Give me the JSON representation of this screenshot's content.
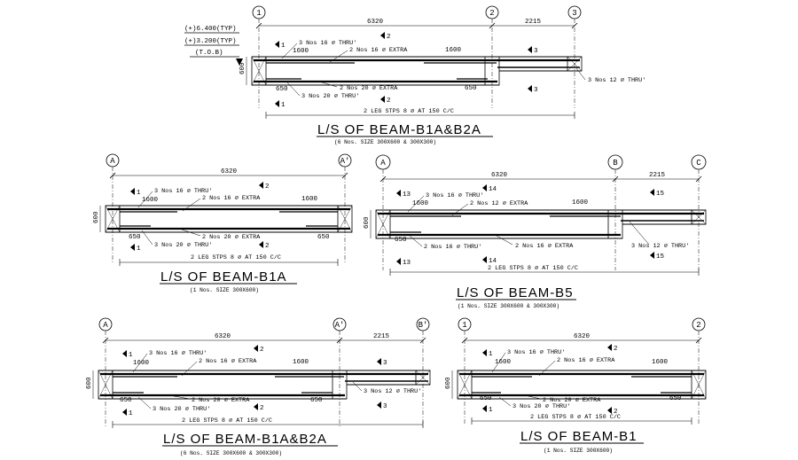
{
  "levels": [
    "(+)6.400(TYP)",
    "(+)3.200(TYP)",
    "(T.O.B)"
  ],
  "beams": [
    {
      "title": "L/S OF BEAM-B1A&B2A",
      "subtitle": "(6 Nos. SIZE 300X600 & 300X300)",
      "grid_labels": [
        "1",
        "2",
        "3"
      ],
      "spans": [
        "6320",
        "2215"
      ],
      "depth": "600",
      "top_thru": "3 Nos 16 ∅ THRU'",
      "top_extra": "2 Nos 16 ∅ EXTRA",
      "bot_thru": "3 Nos 20 ∅ THRU'",
      "bot_extra": "2 Nos 20 ∅ EXTRA",
      "cant_thru": "3 Nos 12 ∅ THRU'",
      "top_len_left": "1600",
      "top_len_right": "1600",
      "bot_len_left": "650",
      "bot_len_right": "650",
      "stirrups": "2 LEG STPS 8 ∅ AT 150 C/C",
      "sections": [
        "1",
        "2",
        "3"
      ]
    },
    {
      "title": "L/S OF BEAM-B1A",
      "subtitle": "(1 Nos. SIZE 300X600)",
      "grid_labels": [
        "A",
        "A'"
      ],
      "spans": [
        "6320"
      ],
      "depth": "600",
      "top_thru": "3 Nos 16 ∅ THRU'",
      "top_extra": "2 Nos 16 ∅ EXTRA",
      "bot_thru": "3 Nos 20 ∅ THRU'",
      "bot_extra": "2 Nos 20 ∅ EXTRA",
      "top_len_left": "1600",
      "top_len_right": "1600",
      "bot_len_left": "650",
      "bot_len_right": "650",
      "stirrups": "2 LEG STPS 8 ∅ AT 150 C/C",
      "sections": [
        "1",
        "2"
      ]
    },
    {
      "title": "L/S OF BEAM-B5",
      "subtitle": "(1 Nos. SIZE 300X600 & 300X300)",
      "grid_labels": [
        "A",
        "B",
        "C"
      ],
      "spans": [
        "6320",
        "2215"
      ],
      "depth": "600",
      "top_thru": "3 Nos 16 ∅ THRU'",
      "top_extra": "2 Nos 12 ∅ EXTRA",
      "bot_thru": "2 Nos 16 ∅ THRU'",
      "bot_extra": "2 Nos 16 ∅ EXTRA",
      "cant_thru": "3 Nos 12 ∅ THRU'",
      "top_len_left": "1600",
      "top_len_right": "1600",
      "bot_len_left": "650",
      "stirrups": "2 LEG STPS 8 ∅ AT 150 C/C",
      "sections": [
        "13",
        "14",
        "15"
      ]
    },
    {
      "title": "L/S OF BEAM-B1A&B2A",
      "subtitle": "(6 Nos. SIZE 300X600 & 300X300)",
      "grid_labels": [
        "A",
        "A'",
        "B'"
      ],
      "spans": [
        "6320",
        "2215"
      ],
      "depth": "600",
      "top_thru": "3 Nos 16 ∅ THRU'",
      "top_extra": "2 Nos 16 ∅ EXTRA",
      "bot_thru": "3 Nos 20 ∅ THRU'",
      "bot_extra": "2 Nos 20 ∅ EXTRA",
      "cant_thru": "3 Nos 12 ∅ THRU'",
      "top_len_left": "1600",
      "top_len_right": "1600",
      "bot_len_left": "650",
      "bot_len_right": "650",
      "stirrups": "2 LEG STPS 8 ∅ AT 150 C/C",
      "sections": [
        "1",
        "2",
        "3"
      ]
    },
    {
      "title": "L/S OF BEAM-B1",
      "subtitle": "(1 Nos. SIZE 300X600)",
      "grid_labels": [
        "1",
        "2"
      ],
      "spans": [
        "6320"
      ],
      "depth": "600",
      "top_thru": "3 Nos 16 ∅ THRU'",
      "top_extra": "2 Nos 16 ∅ EXTRA",
      "bot_thru": "3 Nos 20 ∅ THRU'",
      "bot_extra": "2 Nos 20 ∅ EXTRA",
      "top_len_left": "1600",
      "top_len_right": "1600",
      "bot_len_left": "650",
      "bot_len_right": "650",
      "stirrups": "2 LEG STPS 8 ∅ AT 150 C/C",
      "sections": [
        "1",
        "2"
      ]
    }
  ]
}
